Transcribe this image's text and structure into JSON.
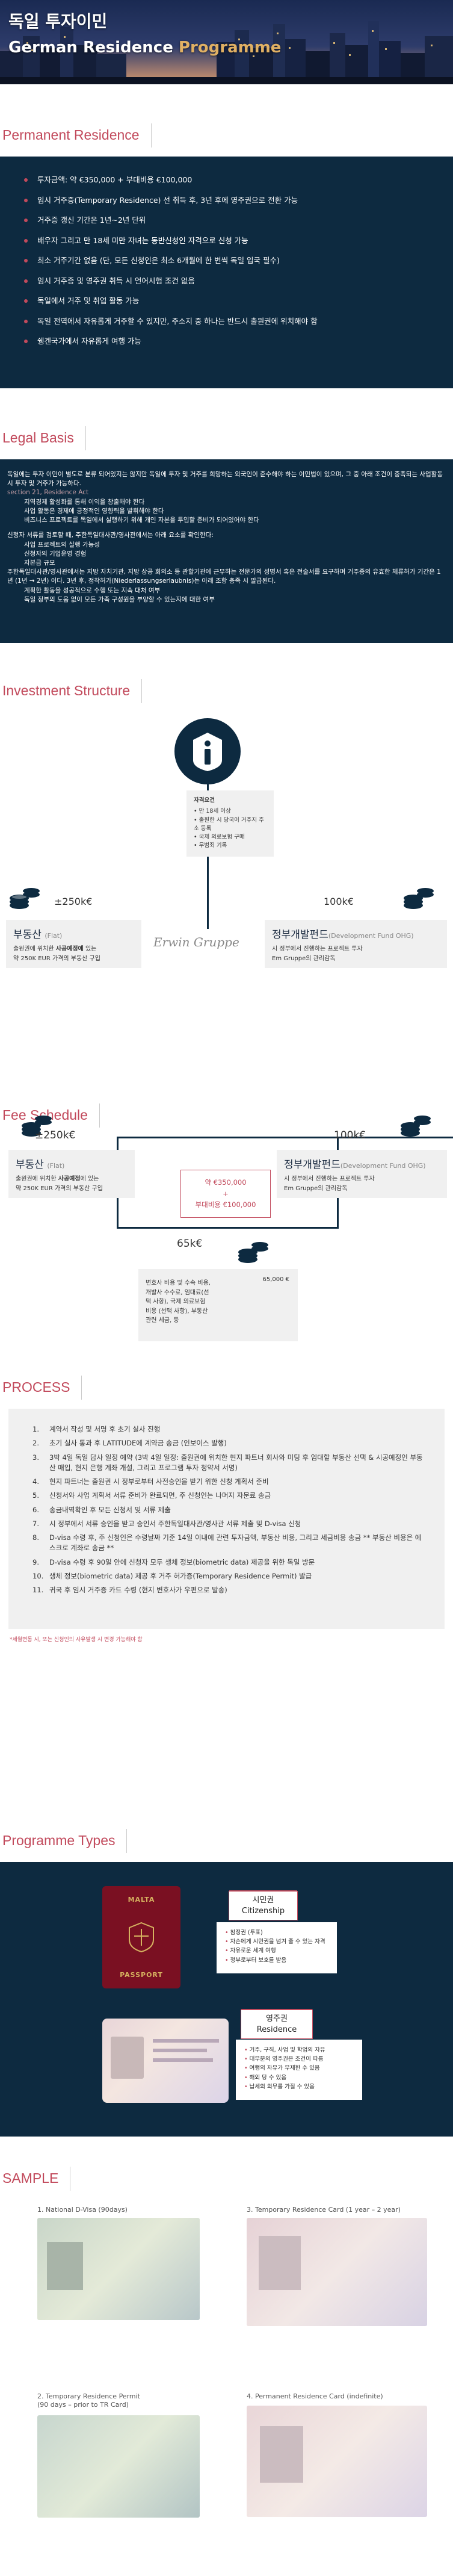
{
  "hero": {
    "title_ko": "독일 투자이민",
    "title_en_1": "German Residence ",
    "title_en_2": "Programme"
  },
  "permanent": {
    "heading": "Permanent Residence",
    "items": [
      "투자금액: 약 €350,000 + 부대비용 €100,000",
      "임시 거주증(Temporary Residence) 선 취득 후, 3년 후에 영주권으로 전환 가능",
      "거주증 갱신 기간은 1년~2년 단위",
      "배우자 그리고 만 18세 미만 자녀는 동반신청인 자격으로 신청 가능",
      "최소 거주기간 없음 (단, 모든 신청인은 최소 6개월에 한 번씩 독일 입국 필수)",
      "임시 거주증 및 영주권 취득 시 언어시험 조건 없음",
      "독일에서 거주 및 취업 활동 가능",
      "독일 전역에서 자유롭게 거주할 수 있지만, 주소지 중 하나는 반드시 출원권에 위치해야 함",
      "쉥겐국가에서 자유롭게 여행 가능"
    ]
  },
  "legal": {
    "heading": "Legal Basis",
    "p1": "독일에는 투자 이민이 별도로 분류 되어있지는 않지만 독일에 투자 및 거주를 희망하는 외국인이 준수해야 하는 이민법이 있으며, 그 중 아래 조건이 충족되는 사업활동 시 투자 및 거주가 가능하다.",
    "p2": "section 21, Residence Act",
    "p3": "지역경제 활성화를 통해 이익을 창출해야 한다",
    "p4": "사업 활동은 경제에 긍정적인 영향력을 발휘해야 한다",
    "p5": "비즈니스 프로젝트를 독일에서 실행하기 위해 개인 자본을 투입할 준비가 되어있어야 한다",
    "p6": "신청자 서류를 검토할 때, 주한독일대사관/영사관에서는 아래 요소를 확인한다:",
    "p7": "사업 프로젝트의 실행 가능성",
    "p8": "신청자의 기업운영 경험",
    "p9": "자본금 규모",
    "p10": "주한독일대사관/영사관에서는 지방 자치기관, 지방 상공 회의소 등 관할기관에 근무하는 전문가의 성명서 혹은 전술서를 요구하며 거주증의 유효한 체류허가 기간은 1년 (1년 → 2년) 이다. 3년 후, 정착허가(Niederlassungserlaubnis)는 아래 조항 충족 시 발급된다.",
    "p11": "계획한 활동을 성공적으로 수행 또는 지속 대처 여부",
    "p12": "독일 정부의 도움 없이 모든 가족 구성원을 부양할 수 있는지에 대한 여부"
  },
  "investment": {
    "heading": "Investment Structure",
    "req_title": "자격요건",
    "req_items": [
      "만 18세 이상",
      "출원한 시 당국이 거주지 주소 등록",
      "국제 의료보험 구매",
      "무범죄 기록"
    ],
    "left_amount": "±250k€",
    "left_title": "부동산",
    "left_sub": "(Flat)",
    "left_body_1": "출원권에 위치한 ",
    "left_body_bold": "사공예정에",
    "left_body_2": " 있는",
    "left_body_3": "약 250K EUR 가격의 부동산 구입",
    "right_amount": "100k€",
    "right_title": "정부개발펀드",
    "right_sub": "(Development Fund OHG)",
    "right_body_1": "시 정부에서 진행하는 프로젝트 투자",
    "right_body_2": "Em Gruppe의 관리감독",
    "signature": "Erwin Gruppe"
  },
  "fee": {
    "heading": "Fee Schedule",
    "left_amount": "±250k€",
    "left_title": "부동산",
    "left_sub": "(Flat)",
    "left_body_1": "출원권에 위치한 ",
    "left_body_bold": "사공예정",
    "left_body_2": "에 있는",
    "left_body_3": "약 250K EUR 가격의 부동산 구입",
    "center_1": "약 €350,000",
    "center_2": "+",
    "center_3": "부대비용 €100,000",
    "right_amount": "100k€",
    "right_title": "정부개발펀드",
    "right_sub": "(Development Fund OHG)",
    "right_body_1": "시 정부에서 진행하는 프로젝트 투자",
    "right_body_2": "Em Gruppe의 관리감독",
    "bottom_amount": "65k€",
    "bottom_body": "변호사 비용 및 수속 비용, 개발사 수수료, 임대료(선택 사항), 국제 의료보험 비용 (선택 사항), 부동산 관련 세금, 등",
    "bottom_value": "65,000 €"
  },
  "process": {
    "heading": "PROCESS",
    "steps": [
      "계약서 작성 및 서명 후 초기 실사 진행",
      "초기 실사 통과 후 LATITUDE에 계약금 송금 (인보이스 발행)",
      "3박 4일 독일 답사 일정 예약 (3박 4일 일정: 출원권에 위치한 현지 파트너 회사와 미팅 후 임대할 부동산 선택 & 시공예정인 부동산 매입, 현지 은행 계좌 개설, 그리고 프로그램 투자 청약서 서명)",
      "현지 파트너는 출원권 시 정부로부터 사전승인을 받기 위한 신청 계획서 준비",
      "신청서와 사업 계획서 서류 준비가 완료되면, 주 신청인는 나머지 자문료 송금",
      "송금내역확인 후 모든 신청서 및 서류 제출",
      "시 정부에서 서류 승인을 받고 승인서 주한독일대사관/영사관 서류 제출 및 D-visa 신청",
      "D-visa 수령 후, 주 신청인은 수령날짜 기준 14일 이내에 관련 투자금액, 부동산 비용, 그리고 세금비용 송금 ** 부동산 비용은 에스크로 계좌로 송금 **",
      "D-visa 수령 후 90일 안에 신청자 모두 생체 정보(biometric data) 제공을 위한 독일 방문",
      "생체 정보(biometric data) 제공 후 거주 허가증(Temporary Residence Permit) 발급",
      "귀국 후 임시 거주증 카드 수령 (현지 변호사가 우편으로 발송)"
    ],
    "note": "*세월변동 시, 또는 신청인의 사유발생 시 변경 가능해야 함"
  },
  "programme": {
    "heading": "Programme Types",
    "passport_country": "MALTA",
    "passport_label": "PASSPORT",
    "citizen_badge_1": "시민권",
    "citizen_badge_2": "Citizenship",
    "citizen_items": [
      "참정권 (투표)",
      "자손에게 시민권을 넘겨 줄 수 있는 자격",
      "자유로운 세계 여행",
      "정부로부터 보호를 받음"
    ],
    "resident_badge_1": "영주권",
    "resident_badge_2": "Residence",
    "resident_items": [
      "거주, 구직, 사업 및 학업의 자유",
      "대부분의 영주권은 조건이 따름",
      "여행의 자유가 무제한 수 있음",
      "해외 당 수 있음",
      "납세의 의무를 가질 수 있음"
    ]
  },
  "sample": {
    "heading": "SAMPLE",
    "c1": "1. National D-Visa (90days)",
    "c2": "2. Temporary Residence Permit\n(90 days – prior to TR Card)",
    "c3": "3. Temporary Residence Card (1 year – 2 year)",
    "c4": "4. Permanent Residence Card (indefinite)"
  }
}
